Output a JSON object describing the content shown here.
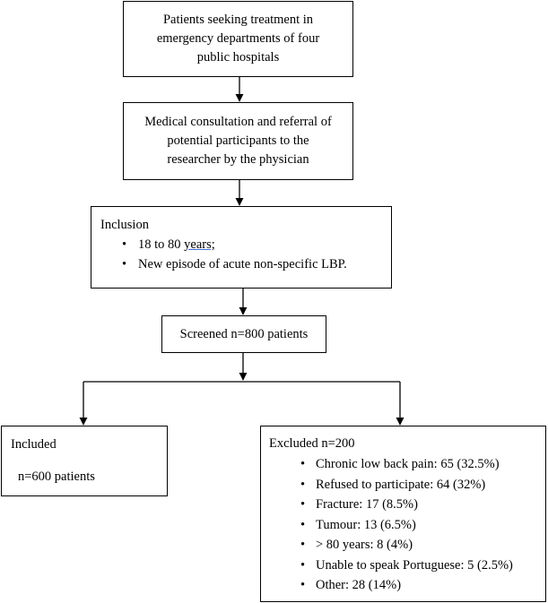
{
  "boxes": {
    "source": {
      "lines": [
        "Patients seeking treatment in",
        "emergency departments of four",
        "public hospitals"
      ]
    },
    "referral": {
      "lines": [
        "Medical consultation and referral of",
        "potential participants to the",
        "researcher by the physician"
      ]
    },
    "inclusion": {
      "title": "Inclusion",
      "items": [
        "18 to 80 ",
        "New episode of acute non-specific LBP."
      ],
      "item0_underlined": "years;"
    },
    "screened": {
      "text": "Screened n=800 patients"
    },
    "included": {
      "title": "Included",
      "value": "n=600 patients"
    },
    "excluded": {
      "title": "Excluded n=200",
      "items": [
        "Chronic low back pain: 65 (32.5%)",
        "Refused to participate: 64 (32%)",
        "Fracture: 17 (8.5%)",
        "Tumour: 13 (6.5%)",
        "> 80 years: 8 (4%)",
        "Unable to speak Portuguese: 5 (2.5%)",
        "Other: 28 (14%)"
      ]
    }
  },
  "colors": {
    "border": "#000000",
    "underline": "#3b6fd6"
  }
}
